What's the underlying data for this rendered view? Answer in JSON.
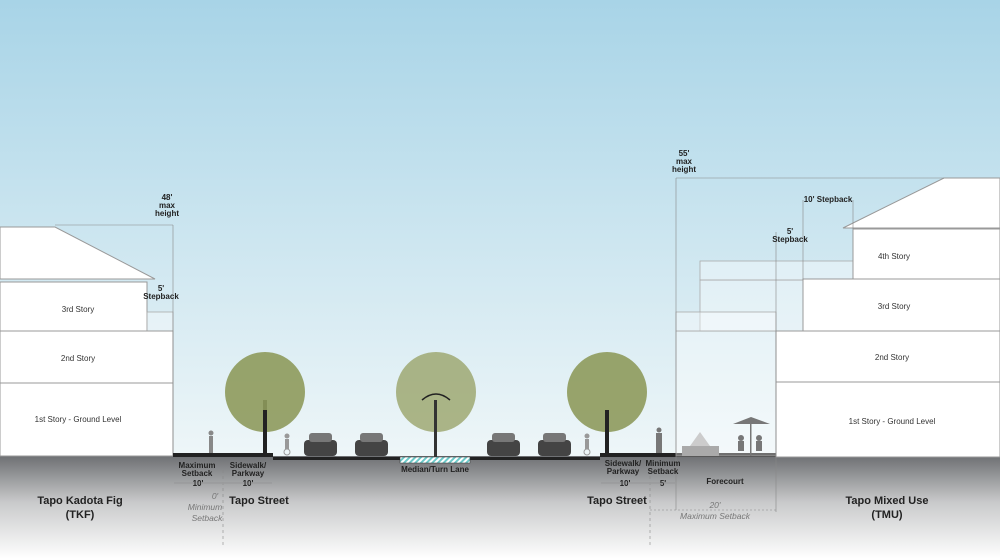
{
  "colors": {
    "sky_top": "#a8d4e7",
    "sky_bottom": "#eef6f8",
    "ground_top": "#6e7073",
    "median": "#6cc9c9",
    "tree": "#8e9a5c"
  },
  "left": {
    "district": "Tapo Kadota Fig",
    "district_abbr": "(TKF)",
    "height": {
      "value": "48'",
      "line1": "max",
      "line2": "height"
    },
    "stepback": {
      "value": "5'",
      "label": "Stepback"
    },
    "stories": [
      "3rd Story",
      "2nd Story",
      "1st Story - Ground Level"
    ],
    "setback": {
      "line1": "Maximum",
      "line2": "Setback",
      "dim": "10'"
    },
    "sidewalk": {
      "line1": "Sidewalk/",
      "line2": "Parkway",
      "dim": "10'"
    },
    "min_setback": {
      "value": "0'",
      "line1": "Minimum",
      "line2": "Setback"
    },
    "street": "Tapo Street"
  },
  "median": "Median/Turn Lane",
  "right": {
    "district": "Tapo Mixed Use",
    "district_abbr": "(TMU)",
    "height": {
      "value": "55'",
      "line1": "max",
      "line2": "height"
    },
    "stepback10": "10' Stepback",
    "stepback5": {
      "value": "5'",
      "label": "Stepback"
    },
    "stories": [
      "4th Story",
      "3rd Story",
      "2nd Story",
      "1st Story - Ground Level"
    ],
    "sidewalk": {
      "line1": "Sidewalk/",
      "line2": "Parkway",
      "dim": "10'"
    },
    "min_setback": {
      "line1": "Minimum",
      "line2": "Setback",
      "dim": "5'"
    },
    "forecourt": "Forecourt",
    "max_setback": {
      "value": "20'",
      "label": "Maximum Setback"
    },
    "street": "Tapo Street"
  }
}
